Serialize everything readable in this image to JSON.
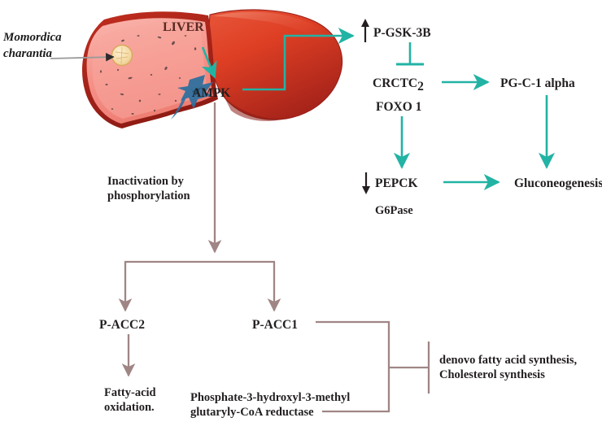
{
  "figure": {
    "kind": "biological-pathway-diagram",
    "colors": {
      "activation_teal": "#22b3a4",
      "inhibition_teal": "#22b3a4",
      "flow_brown": "#a08585",
      "text_black": "#231f20",
      "liver_title": "#5a2a22",
      "liver_dark_red": "#b5281e",
      "liver_mid_red": "#e04a2a",
      "liver_pink": "#f2938c",
      "liver_pink_light": "#f7b4ab",
      "vessel_blue": "#2f6f9e",
      "nodule_cream": "#f6dfae",
      "pointer_gray": "#9a9a9a"
    }
  },
  "organ": {
    "title": "LIVER",
    "source_line1": "Momordica",
    "source_line2": "charantia"
  },
  "nodes": {
    "ampk": "AMPK",
    "pgsk": "P-GSK-3B",
    "crctc_main": "CRCTC",
    "crctc_sub": "2",
    "foxo": "FOXO 1",
    "pgc1": "PG-C-1 alpha",
    "pepck": "PEPCK",
    "g6pase": "G6Pase",
    "gluconeogenesis": "Gluconeogenesis",
    "inactivation_line1": "Inactivation by",
    "inactivation_line2": "phosphorylation",
    "pacc2": "P-ACC2",
    "pacc1": "P-ACC1",
    "fatty_line1": "Fatty-acid",
    "fatty_line2": "oxidation.",
    "hmg_line1": "Phosphate-3-hydroxyl-3-methyl",
    "hmg_line2": "glutaryly-CoA reductase",
    "denovo_line1": "denovo fatty acid synthesis,",
    "denovo_line2": "Cholesterol synthesis"
  },
  "markers": {
    "up_arrow": "↑",
    "down_arrow": "↓"
  }
}
